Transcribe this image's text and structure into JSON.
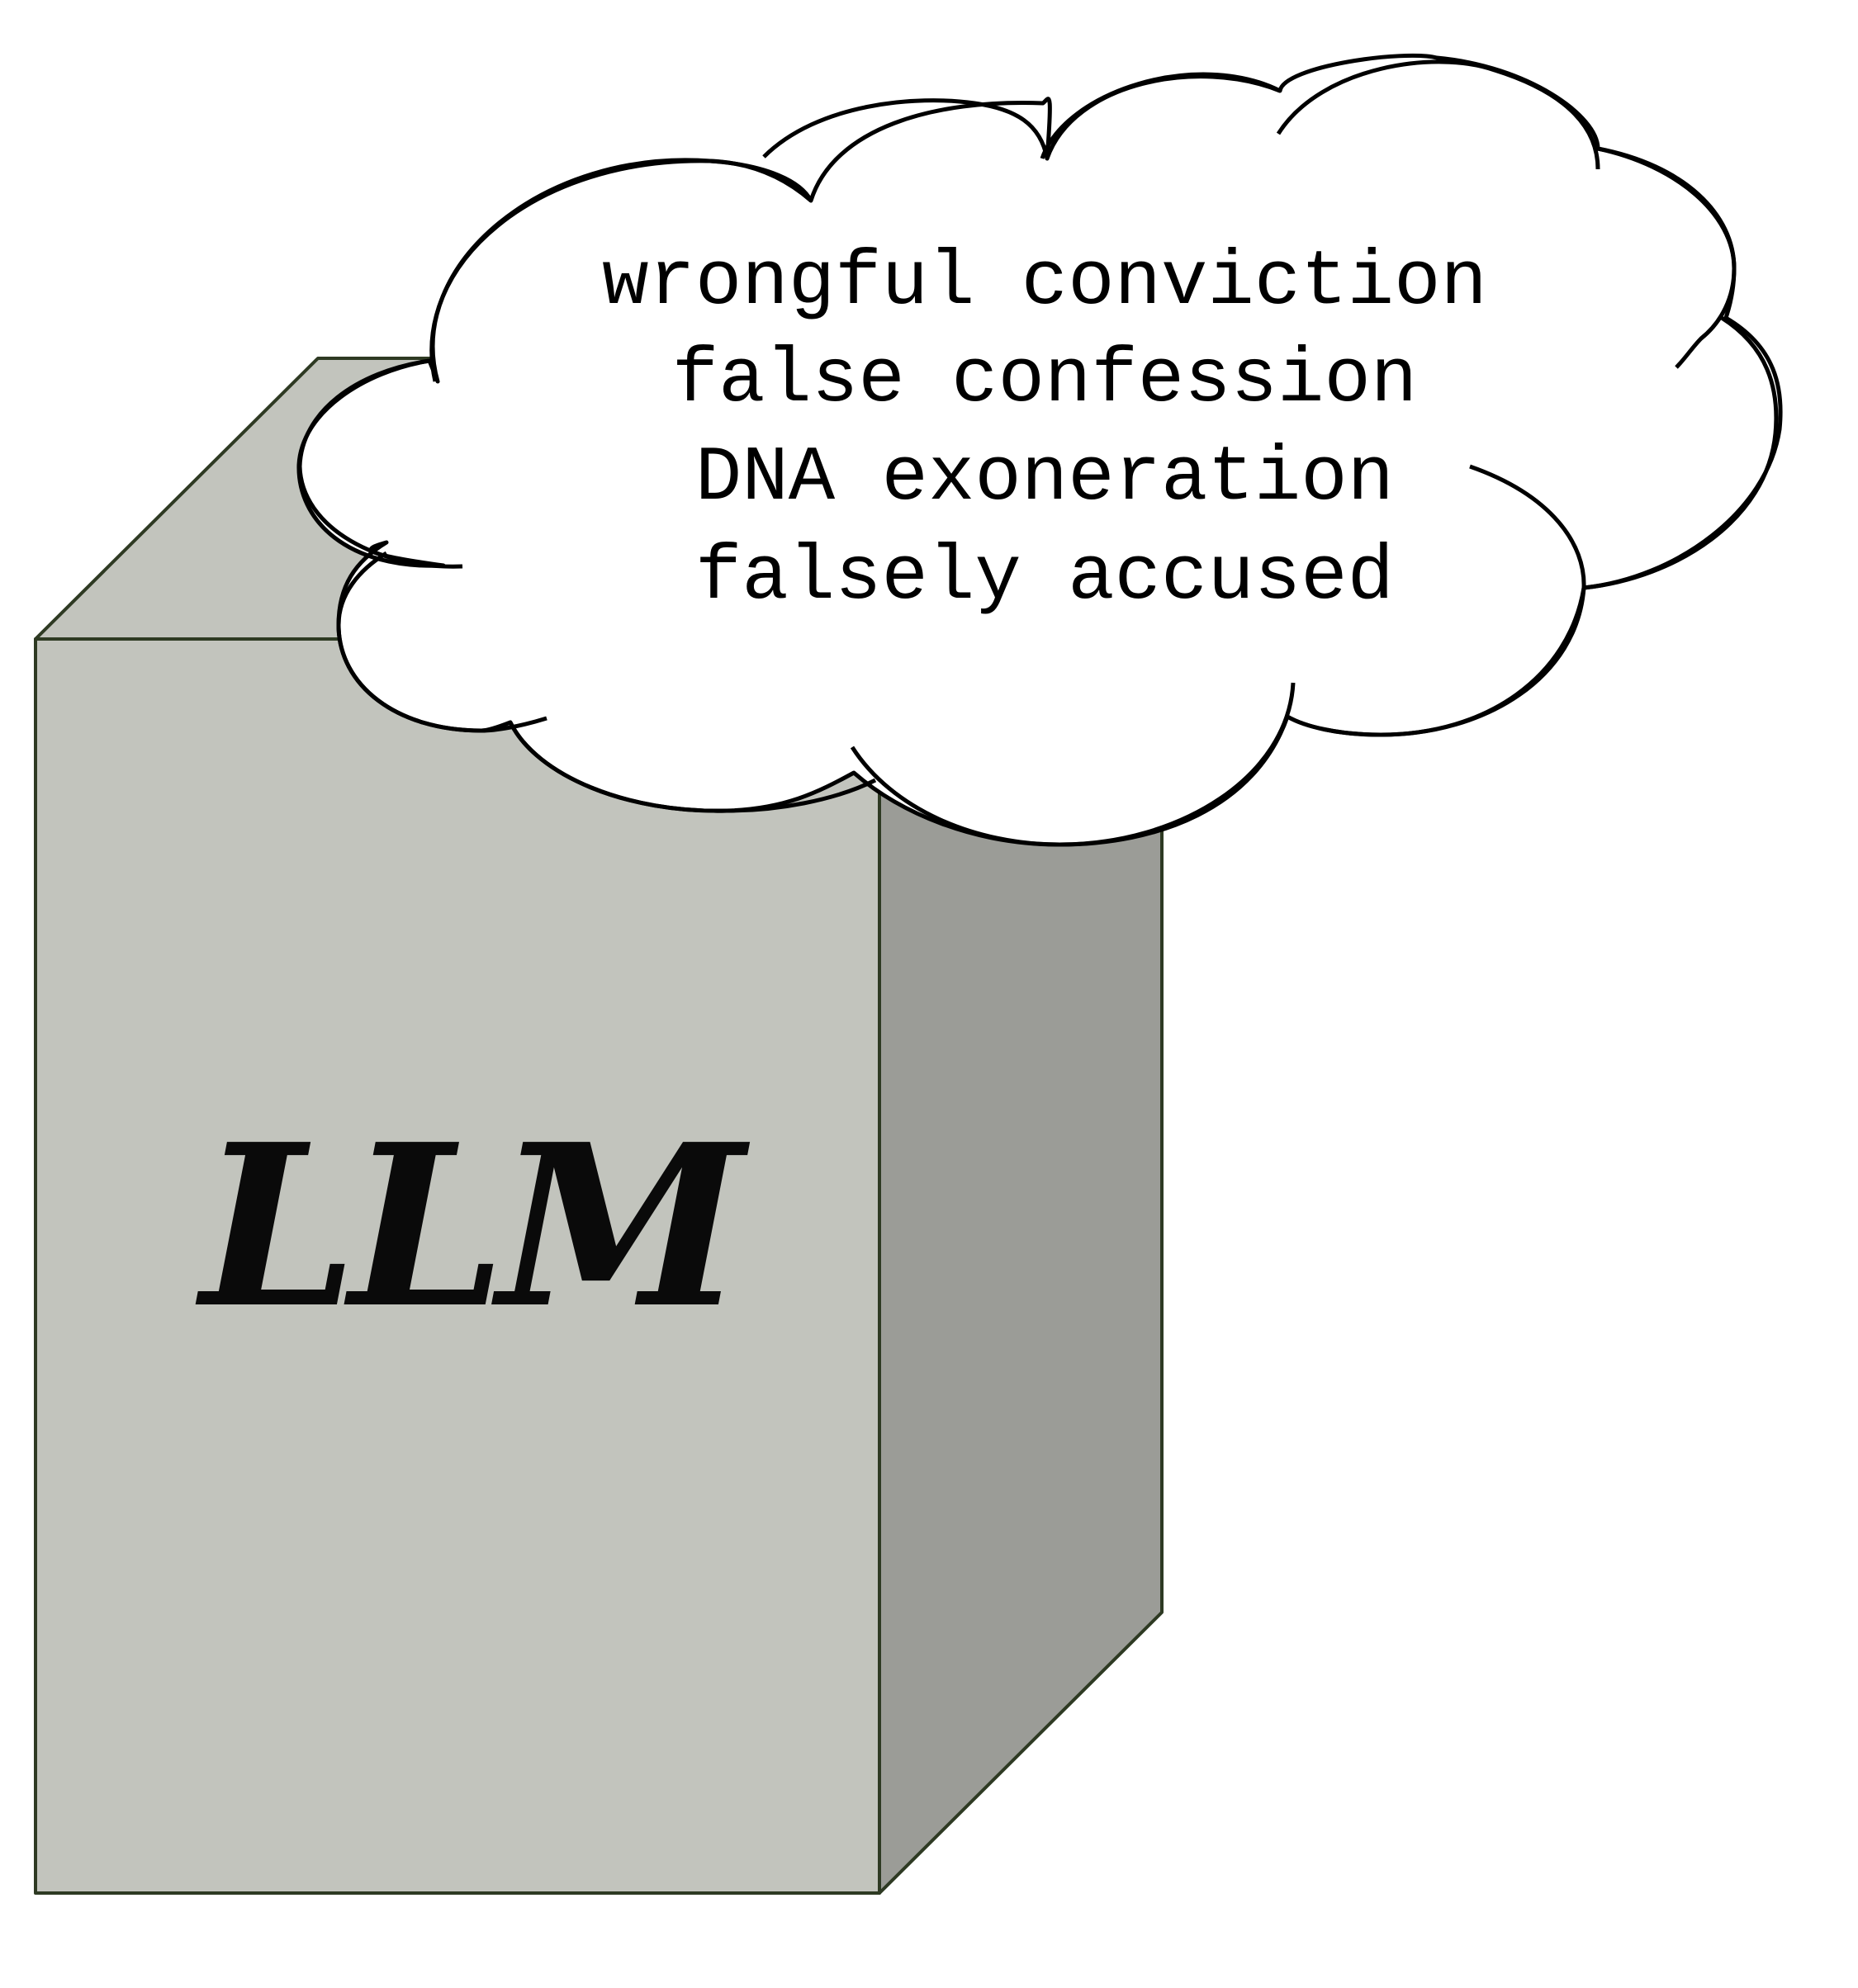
{
  "box": {
    "label": "LLM"
  },
  "cloud": {
    "lines": [
      "wrongful conviction",
      "false confession",
      "DNA exoneration",
      "falsely accused"
    ]
  },
  "colors": {
    "front": "#c2c4bd",
    "side": "#9b9c97",
    "edge": "#2e3a23"
  }
}
